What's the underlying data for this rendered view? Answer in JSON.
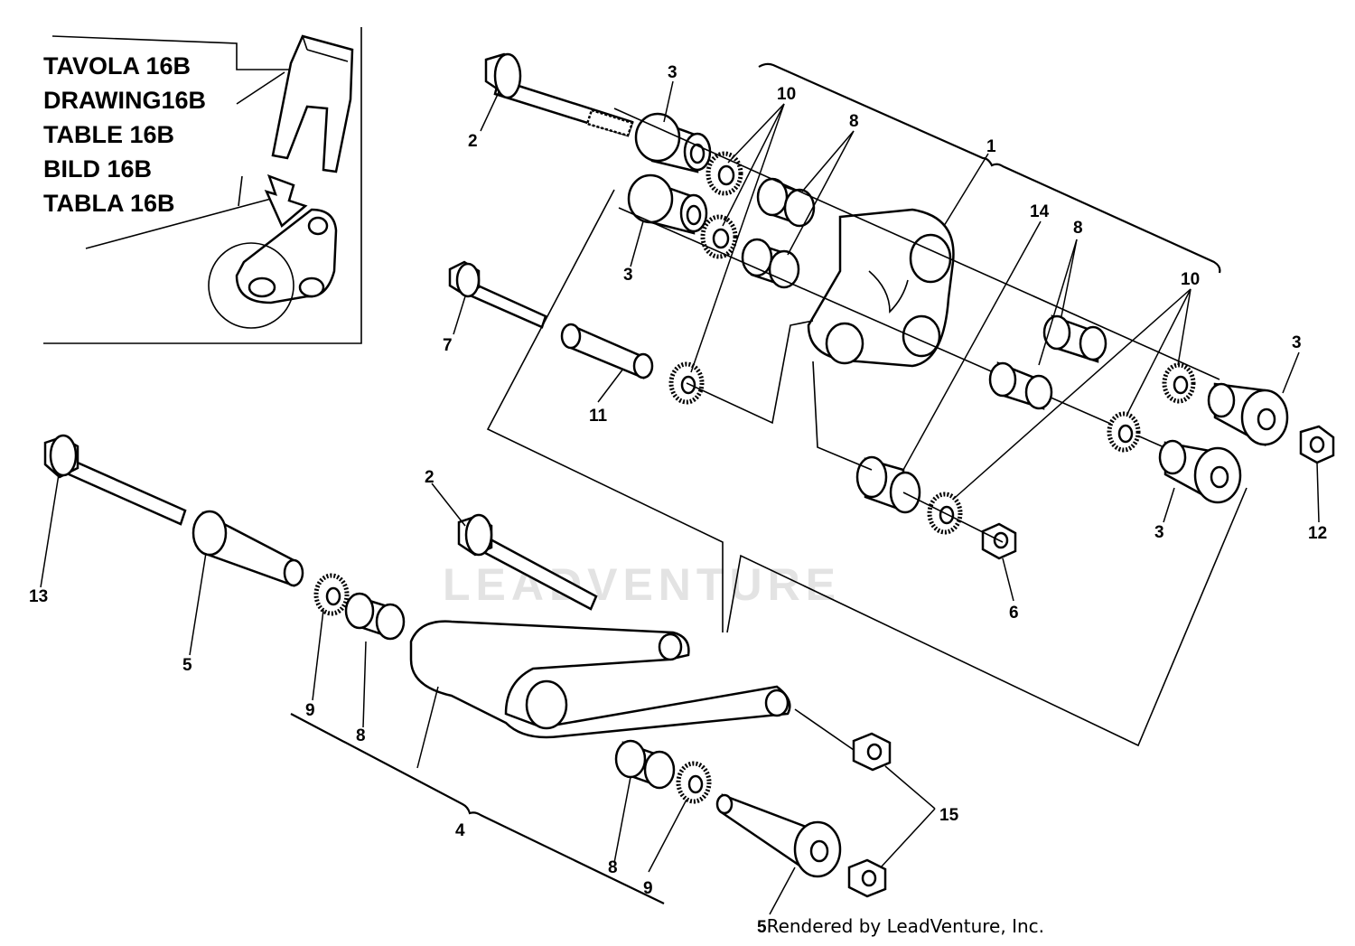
{
  "reference_box": {
    "lines": [
      "TAVOLA 16B",
      "DRAWING16B",
      "TABLE 16B",
      "BILD 16B",
      "TABLA 16B"
    ]
  },
  "callouts": [
    "1",
    "2",
    "3",
    "10",
    "8",
    "3",
    "7",
    "11",
    "14",
    "8",
    "10",
    "3",
    "12",
    "3",
    "6",
    "13",
    "2",
    "5",
    "9",
    "8",
    "4",
    "8",
    "9",
    "15",
    "5"
  ],
  "watermark": "LEADVENTURE",
  "footer": {
    "number": "5",
    "rendered_by": "Rendered by LeadVenture, Inc."
  }
}
